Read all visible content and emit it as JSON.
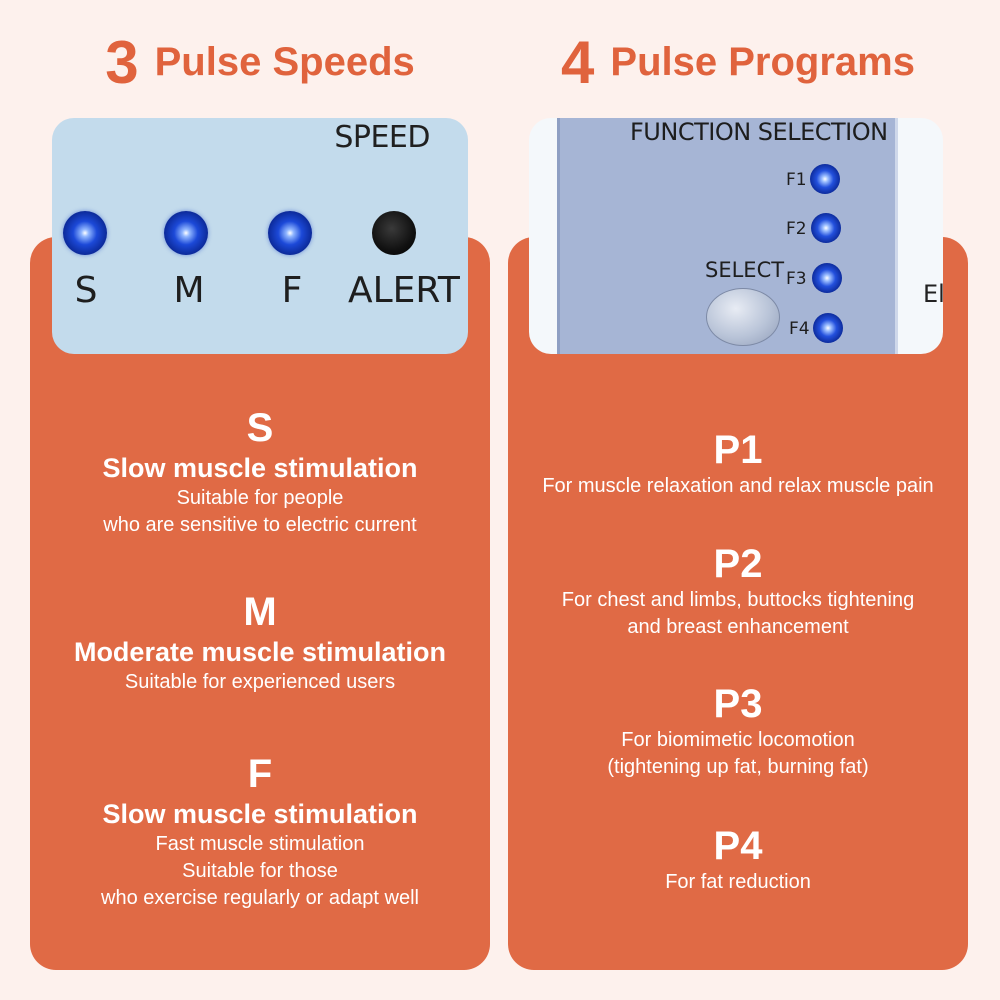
{
  "left_heading": {
    "number": "3",
    "text": "Pulse Speeds"
  },
  "right_heading": {
    "number": "4",
    "text": "Pulse Programs"
  },
  "speed_panel": {
    "title": "SPEED",
    "indicators": [
      {
        "label": "S",
        "state": "on"
      },
      {
        "label": "M",
        "state": "on"
      },
      {
        "label": "F",
        "state": "on"
      },
      {
        "label": "ALERT",
        "state": "off"
      }
    ]
  },
  "function_panel": {
    "title": "FUNCTION SELECTION",
    "indicators": [
      {
        "label": "F1",
        "state": "on"
      },
      {
        "label": "F2",
        "state": "on"
      },
      {
        "label": "F3",
        "state": "on"
      },
      {
        "label": "F4",
        "state": "on"
      }
    ],
    "select_label": "SELECT",
    "edge_text": "El"
  },
  "speeds": [
    {
      "letter": "S",
      "title": "Slow muscle stimulation",
      "lines": [
        "Suitable for people",
        "who are sensitive to electric current"
      ]
    },
    {
      "letter": "M",
      "title": "Moderate muscle stimulation",
      "lines": [
        "Suitable for experienced users"
      ]
    },
    {
      "letter": "F",
      "title": "Slow muscle stimulation",
      "lines": [
        "Fast muscle stimulation",
        "Suitable for those",
        "who exercise regularly or adapt well"
      ]
    }
  ],
  "programs": [
    {
      "code": "P1",
      "lines": [
        "For muscle relaxation and relax muscle pain"
      ]
    },
    {
      "code": "P2",
      "lines": [
        "For chest and limbs, buttocks tightening",
        "and breast enhancement"
      ]
    },
    {
      "code": "P3",
      "lines": [
        "For biomimetic locomotion",
        "(tightening up fat, burning fat)"
      ]
    },
    {
      "code": "P4",
      "lines": [
        "For fat reduction"
      ]
    }
  ],
  "colors": {
    "accent": "#e0633d",
    "card": "#e06a45",
    "background": "#fdf1ed",
    "led": "#1c49d8"
  }
}
